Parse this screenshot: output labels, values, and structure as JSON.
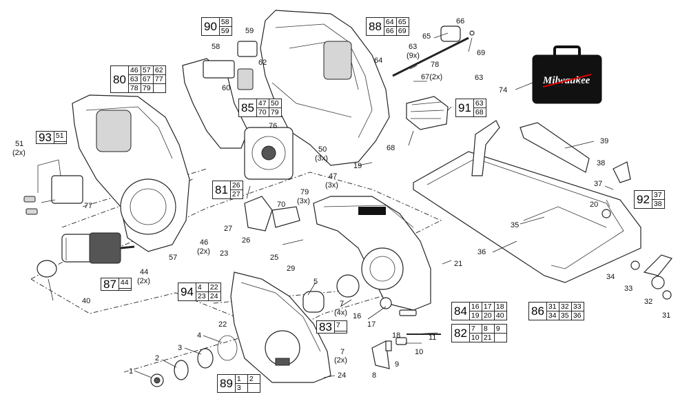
{
  "brand_text": "Milwaukee",
  "callouts": [
    {
      "id": "c1",
      "text": "1"
    },
    {
      "id": "c2",
      "text": "2"
    },
    {
      "id": "c3",
      "text": "3"
    },
    {
      "id": "c4",
      "text": "4"
    },
    {
      "id": "c5",
      "text": "5"
    },
    {
      "id": "c7a",
      "text": "7"
    },
    {
      "id": "c7b",
      "text": "(4x)"
    },
    {
      "id": "c7c",
      "text": "7"
    },
    {
      "id": "c7d",
      "text": "(2x)"
    },
    {
      "id": "c8",
      "text": "8"
    },
    {
      "id": "c9",
      "text": "9"
    },
    {
      "id": "c10",
      "text": "10"
    },
    {
      "id": "c11",
      "text": "11"
    },
    {
      "id": "c16",
      "text": "16"
    },
    {
      "id": "c17",
      "text": "17"
    },
    {
      "id": "c18",
      "text": "18"
    },
    {
      "id": "c19",
      "text": "19"
    },
    {
      "id": "c20",
      "text": "20"
    },
    {
      "id": "c21",
      "text": "21"
    },
    {
      "id": "c22",
      "text": "22"
    },
    {
      "id": "c23",
      "text": "23"
    },
    {
      "id": "c24",
      "text": "24"
    },
    {
      "id": "c25",
      "text": "25"
    },
    {
      "id": "c26",
      "text": "26"
    },
    {
      "id": "c27",
      "text": "27"
    },
    {
      "id": "c29",
      "text": "29"
    },
    {
      "id": "c31",
      "text": "31"
    },
    {
      "id": "c32",
      "text": "32"
    },
    {
      "id": "c33",
      "text": "33"
    },
    {
      "id": "c34",
      "text": "34"
    },
    {
      "id": "c35",
      "text": "35"
    },
    {
      "id": "c36",
      "text": "36"
    },
    {
      "id": "c37",
      "text": "37"
    },
    {
      "id": "c38",
      "text": "38"
    },
    {
      "id": "c39",
      "text": "39"
    },
    {
      "id": "c40",
      "text": "40"
    },
    {
      "id": "c44",
      "text": "44"
    },
    {
      "id": "c44b",
      "text": "(2x)"
    },
    {
      "id": "c46",
      "text": "46"
    },
    {
      "id": "c46b",
      "text": "(2x)"
    },
    {
      "id": "c47",
      "text": "47"
    },
    {
      "id": "c47b",
      "text": "(3x)"
    },
    {
      "id": "c50",
      "text": "50"
    },
    {
      "id": "c50b",
      "text": "(3x)"
    },
    {
      "id": "c51",
      "text": "51"
    },
    {
      "id": "c51b",
      "text": "(2x)"
    },
    {
      "id": "c57",
      "text": "57"
    },
    {
      "id": "c58",
      "text": "58"
    },
    {
      "id": "c59",
      "text": "59"
    },
    {
      "id": "c60",
      "text": "60"
    },
    {
      "id": "c62",
      "text": "62"
    },
    {
      "id": "c63a",
      "text": "63"
    },
    {
      "id": "c63b",
      "text": "(9x)"
    },
    {
      "id": "c63c",
      "text": "63"
    },
    {
      "id": "c64",
      "text": "64"
    },
    {
      "id": "c65",
      "text": "65"
    },
    {
      "id": "c66",
      "text": "66"
    },
    {
      "id": "c67",
      "text": "67(2x)"
    },
    {
      "id": "c68",
      "text": "68"
    },
    {
      "id": "c69",
      "text": "69"
    },
    {
      "id": "c70",
      "text": "70"
    },
    {
      "id": "c74",
      "text": "74"
    },
    {
      "id": "c76",
      "text": "76"
    },
    {
      "id": "c77",
      "text": "77"
    },
    {
      "id": "c78",
      "text": "78"
    },
    {
      "id": "c79",
      "text": "79"
    },
    {
      "id": "c79b",
      "text": "(3x)"
    }
  ],
  "kits": [
    {
      "id": "k90",
      "number": "90",
      "parts": [
        "58",
        "59"
      ],
      "cols": 1
    },
    {
      "id": "k88",
      "number": "88",
      "parts": [
        "64",
        "65",
        "66",
        "69"
      ],
      "cols": 2
    },
    {
      "id": "k80",
      "number": "80",
      "parts": [
        "46",
        "57",
        "62",
        "63",
        "67",
        "77",
        "78",
        "79"
      ],
      "cols": 3
    },
    {
      "id": "k85",
      "number": "85",
      "parts": [
        "47",
        "50",
        "70",
        "79"
      ],
      "cols": 2
    },
    {
      "id": "k91",
      "number": "91",
      "parts": [
        "63",
        "68"
      ],
      "cols": 1
    },
    {
      "id": "k93",
      "number": "93",
      "parts": [
        "51"
      ],
      "cols": 1
    },
    {
      "id": "k81",
      "number": "81",
      "parts": [
        "26",
        "27"
      ],
      "cols": 1
    },
    {
      "id": "k92",
      "number": "92",
      "parts": [
        "37",
        "38"
      ],
      "cols": 1
    },
    {
      "id": "k87",
      "number": "87",
      "parts": [
        "44",
        ""
      ],
      "cols": 1
    },
    {
      "id": "k94",
      "number": "94",
      "parts": [
        "4",
        "22",
        "23",
        "24"
      ],
      "cols": 2
    },
    {
      "id": "k84",
      "number": "84",
      "parts": [
        "16",
        "17",
        "18",
        "19",
        "20",
        "40"
      ],
      "cols": 3
    },
    {
      "id": "k86",
      "number": "86",
      "parts": [
        "31",
        "32",
        "33",
        "34",
        "35",
        "36"
      ],
      "cols": 3
    },
    {
      "id": "k83",
      "number": "83",
      "parts": [
        "7",
        ""
      ],
      "cols": 1
    },
    {
      "id": "k82",
      "number": "82",
      "parts": [
        "7",
        "8",
        "9",
        "10",
        "21",
        ""
      ],
      "cols": 3
    },
    {
      "id": "k89",
      "number": "89",
      "parts": [
        "1",
        "2",
        "3",
        ""
      ],
      "cols": 2
    }
  ]
}
